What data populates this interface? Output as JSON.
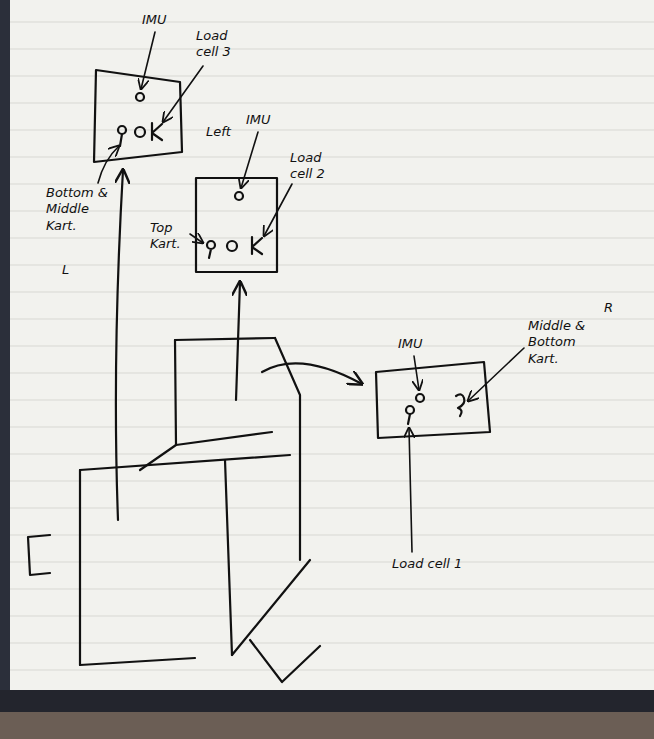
{
  "diagram": {
    "labels": [
      "IMU",
      "Load cell 3",
      "Bottom & Middle Kart.",
      "L",
      "Left",
      "IMU",
      "Load cell 2",
      "Top Kart.",
      "IMU",
      "Middle & Bottom Kart.",
      "R",
      "Load cell 1"
    ]
  }
}
